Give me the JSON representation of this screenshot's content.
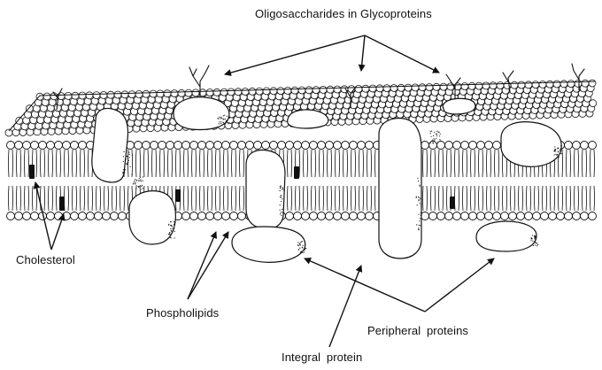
{
  "labels": {
    "oligosaccharides": "Oligosaccharides in Glycoproteins",
    "cholesterol": "Cholesterol",
    "phospholipids": "Phospholipids",
    "peripheral": "Peripheral proteins",
    "integral": "Integral protein"
  },
  "colors": {
    "ink": "#111111",
    "background": "#ffffff",
    "protein_fill": "#ffffff"
  },
  "structures": [
    "lipid-bilayer-top-leaflet",
    "lipid-bilayer-bottom-leaflet",
    "integral-protein",
    "peripheral-protein",
    "glycoprotein-oligosaccharide-chain",
    "cholesterol-molecule"
  ]
}
